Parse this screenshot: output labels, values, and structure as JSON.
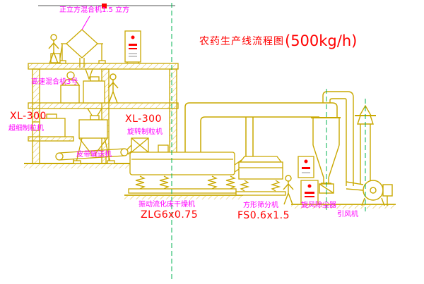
{
  "title": {
    "main": "农药生产线流程图",
    "capacity": "(500kg/h)"
  },
  "equipment_labels": {
    "cube_mixer": "正立方混合机1.5 立方",
    "high_speed_mixer": "高速混合机3号",
    "fine_granulator_model": "XL-300",
    "fine_granulator_name": "超细制粒机",
    "rotary_granulator_model": "XL-300",
    "rotary_granulator_name": "旋转制粒机",
    "belt_conveyor": "皮带输送机",
    "fluid_bed_dryer_name": "振动流化床干燥机",
    "fluid_bed_dryer_model": "ZLG6x0.75",
    "square_sieve_name": "方形筛分机",
    "square_sieve_model": "FS0.6x1.5",
    "cyclone_name": "旋风除尘器",
    "induced_draft_fan_name": "引风机"
  },
  "colors": {
    "line_yellow": "#c9a800",
    "hatch_yellow": "#dcc24a",
    "centerline_green": "#00b050",
    "accent_red": "#ff0000",
    "label_magenta": "#ff00ff"
  }
}
